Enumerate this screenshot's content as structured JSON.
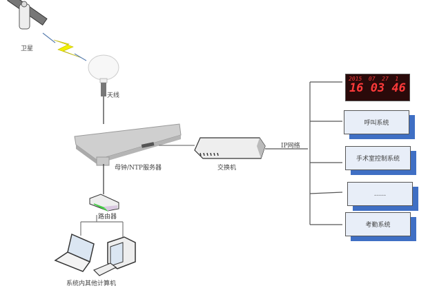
{
  "nodes": {
    "satellite": "卫星",
    "antenna": "天线",
    "server": "母钟/NTP服务器",
    "switch": "交换机",
    "ip_network": "IP网络",
    "router": "路由器",
    "computers": "系统内其他计算机"
  },
  "clock_display": {
    "date_line": "2015  07  27  1",
    "time_line": "16 03 46"
  },
  "systems": [
    {
      "label": "呼叫系统"
    },
    {
      "label": "手术室控制系统"
    },
    {
      "label": "......"
    },
    {
      "label": "考勤系统"
    }
  ],
  "colors": {
    "shadow": "#3f6fc4",
    "box_fill": "#e8eef8",
    "clock_led": "#ff3a3a",
    "bolt": "#f2f000"
  }
}
